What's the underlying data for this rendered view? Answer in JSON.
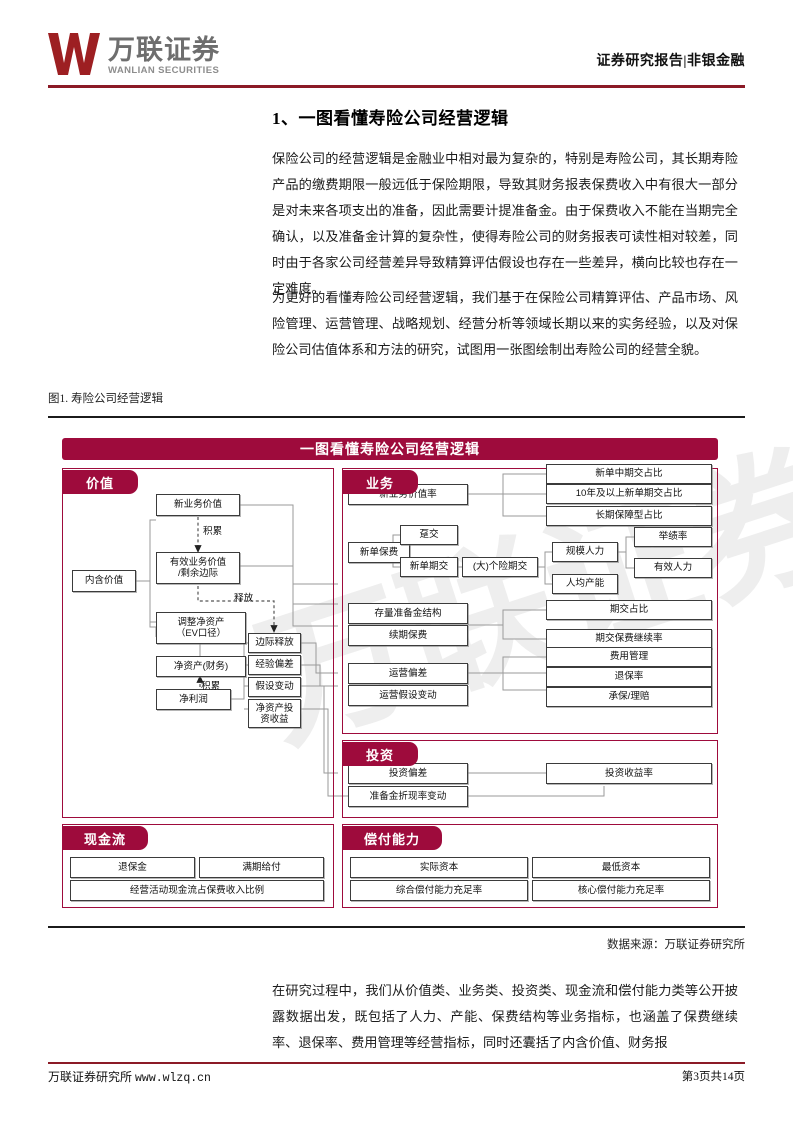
{
  "header": {
    "logo_cn": "万联证券",
    "logo_en": "WANLIAN SECURITIES",
    "right_label": "证券研究报告|非银金融",
    "accent": "#8b1a26"
  },
  "section": {
    "title": "1、一图看懂寿险公司经营逻辑",
    "paragraph_1": "保险公司的经营逻辑是金融业中相对最为复杂的，特别是寿险公司，其长期寿险产品的缴费期限一般远低于保险期限，导致其财务报表保费收入中有很大一部分是对未来各项支出的准备，因此需要计提准备金。由于保费收入不能在当期完全确认，以及准备金计算的复杂性，使得寿险公司的财务报表可读性相对较差，同时由于各家公司经营差异导致精算评估假设也存在一些差异，横向比较也存在一定难度。",
    "paragraph_2": "为更好的看懂寿险公司经营逻辑，我们基于在保险公司精算评估、产品市场、风险管理、运营管理、战略规划、经营分析等领域长期以来的实务经验，以及对保险公司估值体系和方法的研究，试图用一张图绘制出寿险公司的经营全貌。",
    "paragraph_3": "在研究过程中，我们从价值类、业务类、投资类、现金流和偿付能力类等公开披露数据出发，既包括了人力、产能、保费结构等业务指标，也涵盖了保费继续率、退保率、费用管理等经营指标，同时还囊括了内含价值、财务报"
  },
  "figure": {
    "caption": "图1. 寿险公司经营逻辑",
    "source": "数据来源：万联证券研究所",
    "watermark": "万联证券",
    "accent": "#9e0b3c"
  },
  "chart_data": {
    "type": "diagram",
    "title": "一图看懂寿险公司经营逻辑",
    "panels": [
      {
        "tag": "价值",
        "nodes": [
          "内含价值",
          "新业务价值",
          "有效业务价值/剩余边际",
          "调整净资产（EV口径）",
          "净资产(财务)",
          "净利润",
          "边际释放",
          "经验偏差",
          "假设变动",
          "净资产投资收益"
        ],
        "edge_labels": [
          "积累",
          "释放",
          "积累"
        ]
      },
      {
        "tag": "业务",
        "nodes": [
          "新业务价值率",
          "新单中期交占比",
          "10年及以上新单期交占比",
          "长期保障型占比",
          "新单保费",
          "趸交",
          "新单期交",
          "(大)个险期交",
          "规模人力",
          "举绩率",
          "有效人力",
          "人均产能",
          "存量准备金结构",
          "续期保费",
          "期交占比",
          "期交保费继续率",
          "运营偏差",
          "运营假设变动",
          "费用管理",
          "退保率",
          "承保/理赔"
        ]
      },
      {
        "tag": "投资",
        "nodes": [
          "投资偏差",
          "准备金折现率变动",
          "投资收益率"
        ]
      },
      {
        "tag": "现金流",
        "nodes": [
          "退保金",
          "满期给付",
          "经营活动现金流占保费收入比例"
        ]
      },
      {
        "tag": "偿付能力",
        "nodes": [
          "实际资本",
          "最低资本",
          "综合偿付能力充足率",
          "核心偿付能力充足率"
        ]
      }
    ]
  },
  "diagram": {
    "value_tag": "价值",
    "business_tag": "业务",
    "investment_tag": "投资",
    "cashflow_tag": "现金流",
    "solvency_tag": "偿付能力",
    "n_ev": "内含价值",
    "n_nbv": "新业务价值",
    "n_vif": "有效业务价值\n/剩余边际",
    "n_vif_l1": "有效业务价值",
    "n_vif_l2": "/剩余边际",
    "n_anw_l1": "调整净资产",
    "n_anw_l2": "（EV口径）",
    "n_nav": "净资产(财务)",
    "n_ni": "净利润",
    "n_margin_release": "边际释放",
    "n_exp_var": "经验偏差",
    "n_assum_chg": "假设变动",
    "n_nav_inv_l1": "净资产投",
    "n_nav_inv_l2": "资收益",
    "lbl_accum1": "积累",
    "lbl_release": "释放",
    "lbl_accum2": "积累",
    "n_nbv_margin": "新业务价值率",
    "n_new_mid": "新单中期交占比",
    "n_new_10y": "10年及以上新单期交占比",
    "n_long_prot": "长期保障型占比",
    "n_fyp": "新单保费",
    "n_single": "趸交",
    "n_new_reg": "新单期交",
    "n_agency_reg": "(大)个险期交",
    "n_scale_force": "规模人力",
    "n_activity_rate": "举绩率",
    "n_active_force": "有效人力",
    "n_per_capita": "人均产能",
    "n_reserve_struct": "存量准备金结构",
    "n_renewal": "续期保费",
    "n_reg_share": "期交占比",
    "n_persistency": "期交保费继续率",
    "n_op_var": "运营偏差",
    "n_op_assum": "运营假设变动",
    "n_expense": "费用管理",
    "n_surrender_rate": "退保率",
    "n_uw_claims": "承保/理赔",
    "n_inv_var": "投资偏差",
    "n_disc_rate": "准备金折现率变动",
    "n_inv_return": "投资收益率",
    "n_surrender_pay": "退保金",
    "n_maturity_pay": "满期给付",
    "n_opcf_ratio": "经营活动现金流占保费收入比例",
    "n_actual_cap": "实际资本",
    "n_min_cap": "最低资本",
    "n_compr_solv": "综合偿付能力充足率",
    "n_core_solv": "核心偿付能力充足率"
  },
  "footer": {
    "left": "万联证券研究所",
    "url": "www.wlzq.cn",
    "right": "第3页共14页"
  }
}
